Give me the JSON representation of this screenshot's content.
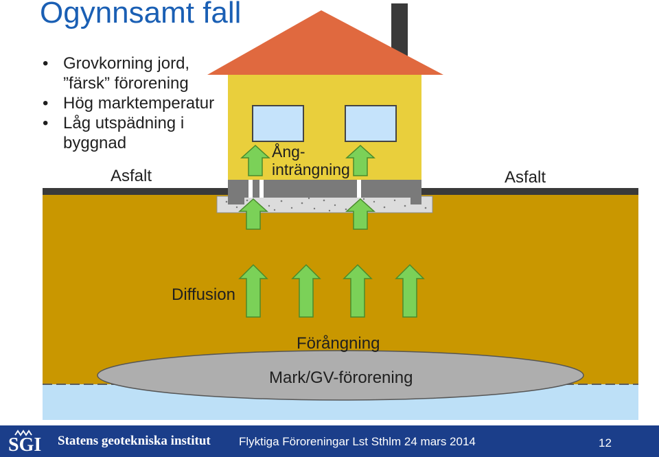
{
  "title": "Ogynnsamt fall",
  "bullets": [
    "Grovkorning jord, ”färsk” förorening",
    "Hög marktemperatur",
    "Låg utspädning i byggnad"
  ],
  "labels": {
    "asfalt_left": "Asfalt",
    "asfalt_right": "Asfalt",
    "ang_line1": "Ång-",
    "ang_line2": "inträngning",
    "diffusion": "Diffusion",
    "forangning": "Förångning",
    "contamination": "Mark/GV-förorening"
  },
  "footer": {
    "org": "Statens geotekniska institut",
    "center": "Flyktiga Föroreningar Lst Sthlm 24 mars 2014",
    "page": "12",
    "logo_text": "SGI"
  },
  "colors": {
    "soil": "#c99700",
    "groundwater": "#bde0f7",
    "roof": "#e0693f",
    "walls": "#e9cf3c",
    "arrow": "#7bd158",
    "footer": "#1b3e8a",
    "title": "#1a5fb4"
  }
}
